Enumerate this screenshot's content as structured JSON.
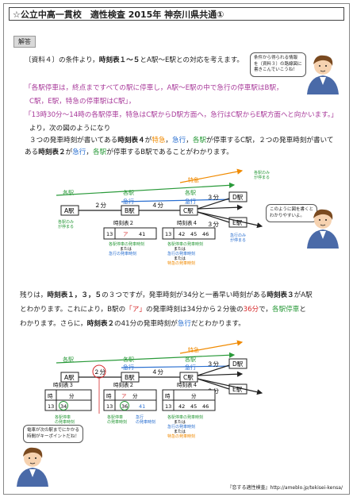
{
  "header": {
    "title": "☆公立中高一貫校　適性検査 2015年 神奈川県共通①"
  },
  "answer_tag": "解答",
  "intro": {
    "pre": "〔資料４〕の条件より，",
    "bold": "時刻表１～５",
    "post": "とA駅～E駅との対応を考えます。"
  },
  "bubble_top": {
    "line1": "条件から得られる情報",
    "line2": "を〔資料３〕の路線図に",
    "line3": "書きこんでいこうね！"
  },
  "quote": {
    "line1": "「各駅停車は，終点まですべての駅に停車し，A駅～E駅の中で急行の停車駅はB駅，",
    "line2": "C駅，E駅，特急の停車駅はC駅」，",
    "line3": "「13時30分～14時の各駅停車，特急はC駅からD駅方面へ，急行はC駅からE駅方面へと向かいます。」",
    "after": "より，次の図のようになり"
  },
  "para1": {
    "a1": "３つの発車時刻が書いてある",
    "a_b": "時刻表４",
    "a2": "が",
    "a_tok": "特急",
    "a3": "，",
    "a_kyu": "急行",
    "a4": "，",
    "a_kak": "各駅",
    "a5": "が停車するC駅，２つの発車時刻が書いて",
    "b1": "ある",
    "b_b": "時刻表２",
    "b2": "が",
    "b_kyu": "急行",
    "b3": "，",
    "b_kak": "各駅",
    "b4": "が停車するB駅であることがわかります。"
  },
  "diagram1": {
    "labels": {
      "tokkyu": "特急",
      "kakueki": "各駅",
      "kyuko": "急行",
      "stationA": "A駅",
      "stationB": "B駅",
      "stationC": "C駅",
      "stationD": "D駅",
      "stationE": "E駅",
      "min2": "２分",
      "min4": "４分",
      "min3a": "３分",
      "min3b": "３分",
      "only_kakueki_a1": "各駅のみ",
      "only_kakueki_a2": "が停まる",
      "only_kakueki_d1": "各駅のみ",
      "only_kakueki_d2": "が停まる",
      "only_kyuko1": "急行のみ",
      "only_kyuko2": "が停まる"
    },
    "tt2": {
      "title": "時刻表２",
      "hour": "13",
      "m1": "ア",
      "m2": "41"
    },
    "tt4": {
      "title": "時刻表４",
      "hour": "13",
      "m1": "42",
      "m2": "45",
      "m3": "46"
    },
    "notes2": [
      "各駅停車の発車時刻",
      "または",
      "急行の発車時刻"
    ],
    "notes4": [
      "各駅停車の発車時刻",
      "または",
      "急行の発車時刻",
      "または",
      "特急の発車時刻"
    ]
  },
  "bubble_mid": {
    "line1": "このように図を書くと",
    "line2": "わかりやすいよ。"
  },
  "para2": {
    "l1a": "残りは，",
    "l1b": "時刻表１，３，５",
    "l1c": "の３つですが，発車時刻が34分と一番早い時刻がある",
    "l1d": "時刻表３",
    "l1e": "がA駅",
    "l2a": "とわかります。これにより，B駅の",
    "l2b": "「ア」",
    "l2c": "の発車時刻は34分から２分後の",
    "l2d": "36分",
    "l2e": "で，",
    "l2f": "各駅停車",
    "l2g": "と",
    "l3a": "わかります。さらに，",
    "l3b": "時刻表２",
    "l3c": "の41分の発車時刻が",
    "l3d": "急行",
    "l3e": "だとわかります。"
  },
  "diagram2": {
    "labels": {
      "tokkyu": "特急",
      "kakueki": "各駅",
      "kyuko": "急行",
      "stationA": "A駅",
      "stationB": "B駅",
      "stationC": "C駅",
      "stationD": "D駅",
      "stationE": "E駅",
      "min2": "２分",
      "min4": "４分",
      "min3a": "３分",
      "min3b": "３分"
    },
    "tt3": {
      "title": "時刻表３",
      "hour_h": "時",
      "min_h": "分",
      "hour": "13",
      "m1": "34"
    },
    "tt2": {
      "title": "時刻表２",
      "hour_h": "時",
      "min_h": "分",
      "hour": "13",
      "m0": "ア",
      "m1": "36",
      "m2": "41"
    },
    "tt4": {
      "title": "時刻表４",
      "hour_h": "時",
      "min_h": "分",
      "hour": "13",
      "m1": "42",
      "m2": "45",
      "m3": "46"
    },
    "notes3": [
      "各駅停車",
      "の発車時刻"
    ],
    "notes2a": [
      "各駅停車",
      "の発車時刻"
    ],
    "notes2b": [
      "急行",
      "の発車時刻"
    ],
    "notes4": [
      "各駅停車の発車時刻",
      "または",
      "急行の発車時刻",
      "または",
      "特急の発車時刻"
    ]
  },
  "bubble_bottom": {
    "line1": "電車が次の駅までにかかる",
    "line2": "時間がキーポイントだね！"
  },
  "credit": "『恋する適性検査』http://ameblo.jp/tekisei-kensa/"
}
